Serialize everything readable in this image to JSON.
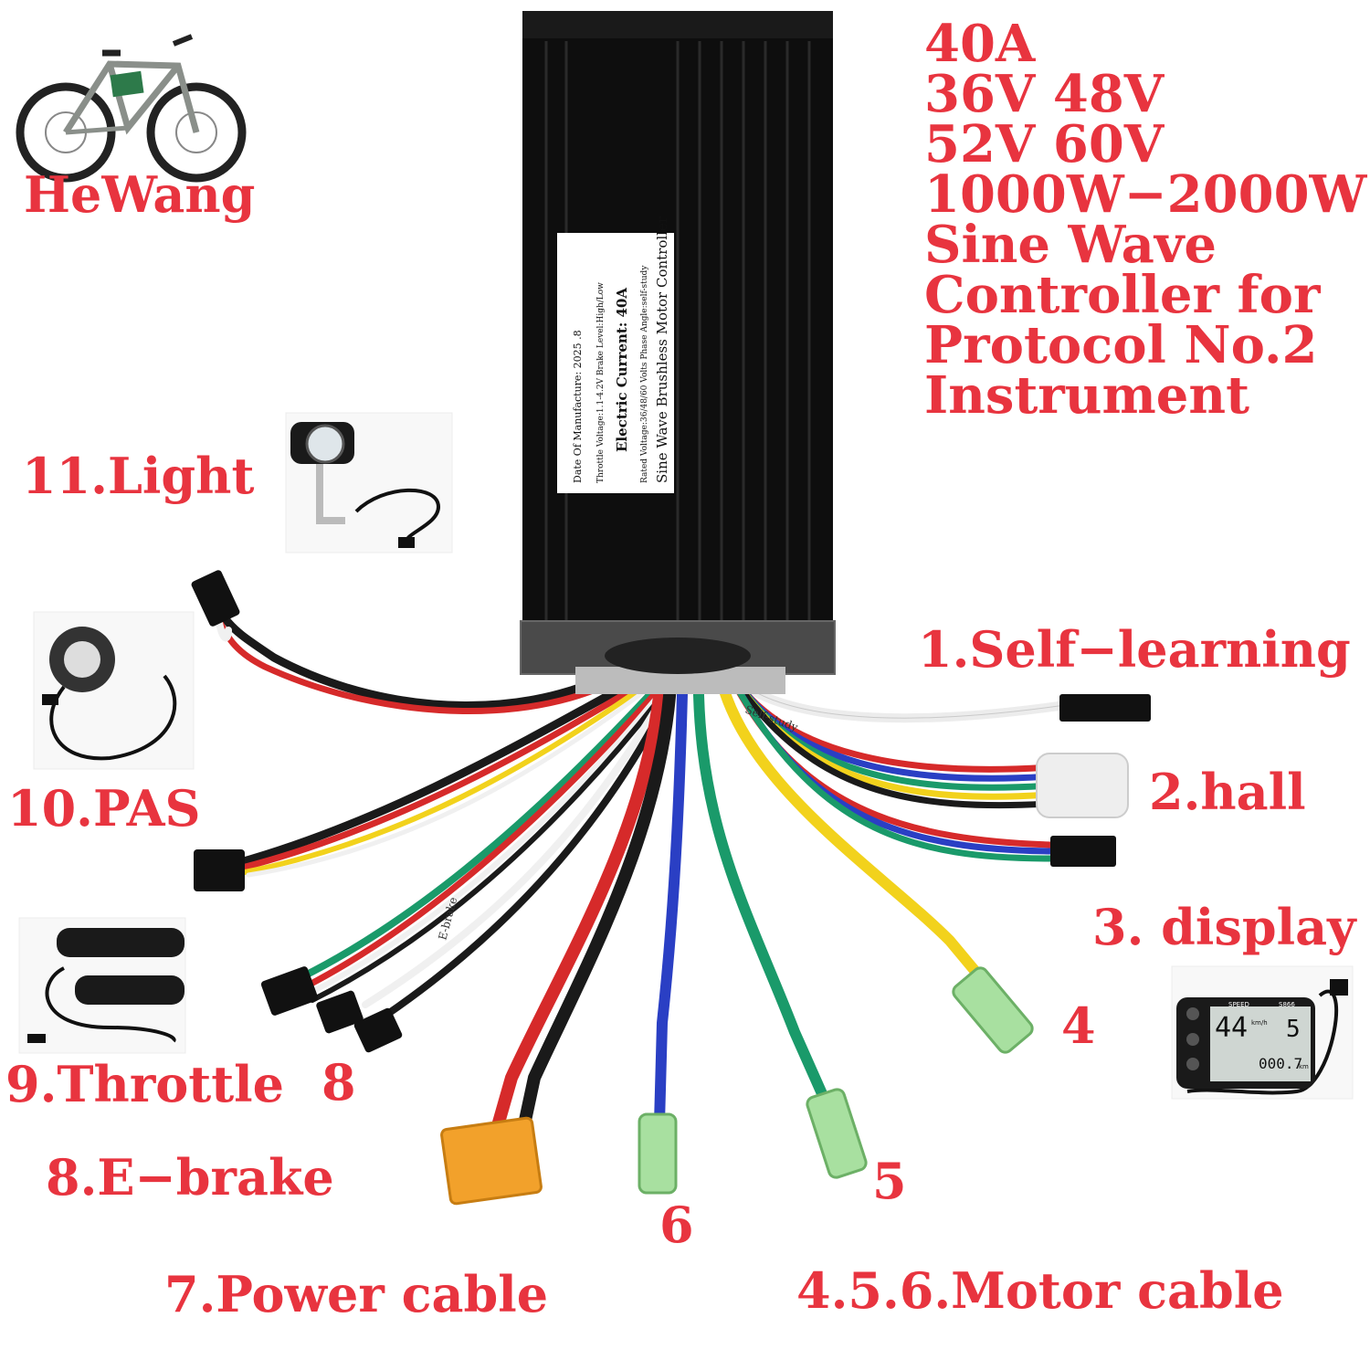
{
  "brand": "HeWang",
  "spec_lines": [
    "40A",
    "36V 48V",
    "52V 60V",
    "1000W−2000W",
    "Sine Wave",
    "Controller for",
    "Protocol No.2",
    "Instrument"
  ],
  "label_text": {
    "l1": "Sine Wave Brushless  Motor Controller",
    "l2": "Rated Voltage:36/48/60 Volts    Phase Angle:self-study",
    "l3": "Electric Current: 40A",
    "l4": "Throttle Voltage:1.1-4.2V    Brake Level:High/Low",
    "l5": "Date Of Manufacture:  2025 .8"
  },
  "labels": {
    "self_learning": "1.Self−learning",
    "hall": "2.hall",
    "display": "3. display",
    "n4": "4",
    "n5": "5",
    "n6": "6",
    "power_cable": "7.Power cable",
    "n8": "8",
    "ebrake": "8.E−brake",
    "throttle": "9.Throttle",
    "pas": "10.PAS",
    "light": "11.Light",
    "motor_cable": "4.5.6.Motor cable"
  },
  "display_screen": {
    "top": "SPEED",
    "model": "S866",
    "speed": "44",
    "unit": "km/h",
    "level": "5",
    "trip": "000.7",
    "km": "km"
  },
  "wire_tags": {
    "self_study": "Self-study",
    "ebrake": "E-brake"
  },
  "colors": {
    "accent": "#e8343f",
    "controller": "#101010",
    "wire_red": "#d62a2a",
    "wire_yellow": "#f2d21c",
    "wire_green": "#1a9a6a",
    "wire_blue": "#2a3fc4"
  }
}
